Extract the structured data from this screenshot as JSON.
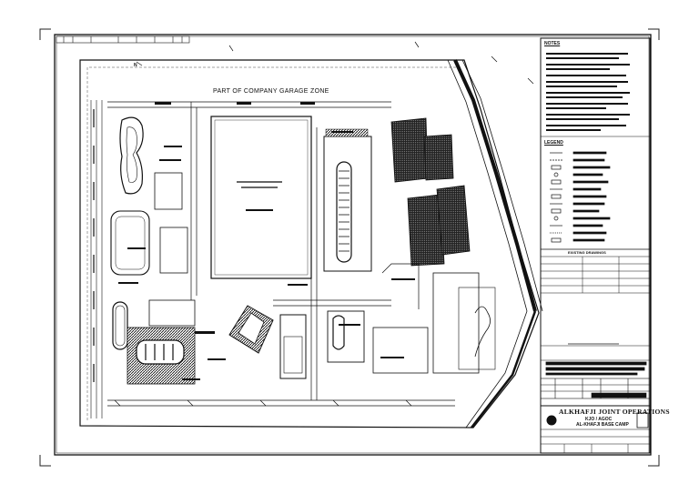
{
  "drawing": {
    "zone_label": "PART OF COMPANY GARAGE ZONE",
    "legend_heading": "LEGEND",
    "notes_heading": "NOTES",
    "existing_drawings_heading": "EXISTING DRAWINGS",
    "title_block": {
      "company": "ALKHAFJI JOINT OPERATIONS",
      "subtitle_1": "KJO / AGOC",
      "subtitle_2": "AL-KHAFJI BASE CAMP"
    },
    "north_arrow_label": "N"
  },
  "colors": {
    "ink": "#111111",
    "paper": "#ffffff",
    "hatch": "#1a1a1a"
  }
}
